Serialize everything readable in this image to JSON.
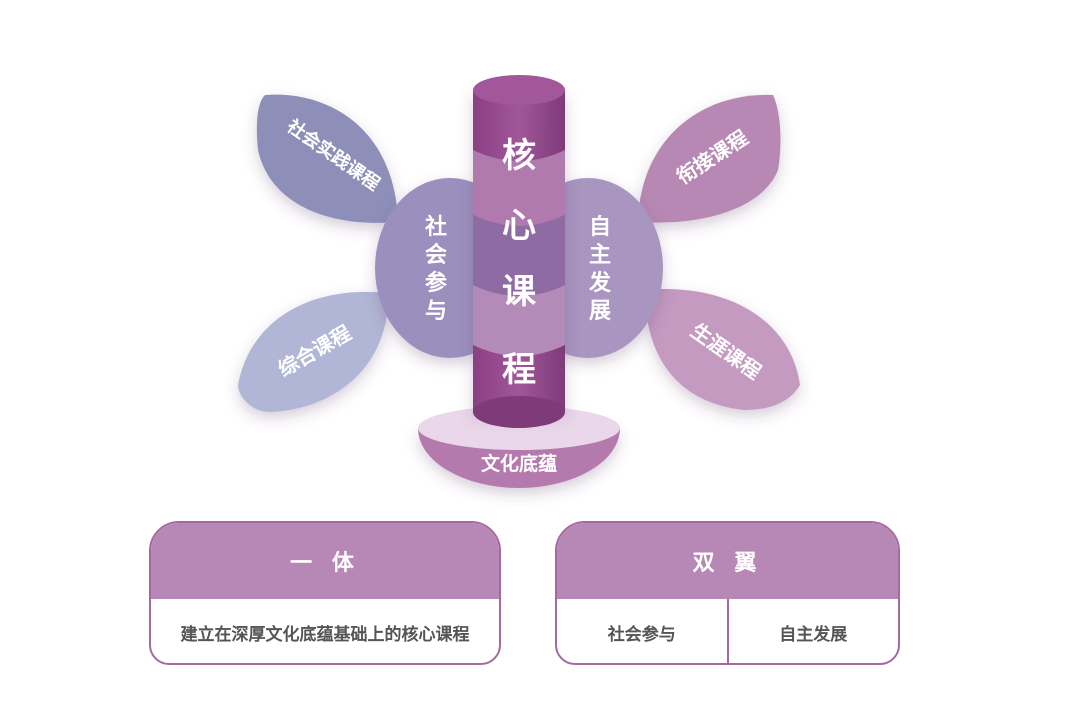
{
  "center": {
    "core_chars": [
      "核",
      "心",
      "课",
      "程"
    ],
    "base_label": "文化底蕴",
    "left_wing_chars": [
      "社",
      "会",
      "参",
      "与"
    ],
    "right_wing_chars": [
      "自",
      "主",
      "发",
      "展"
    ]
  },
  "petals": {
    "top_left": "社会实践课程",
    "bottom_left": "综合课程",
    "top_right": "衔接课程",
    "bottom_right": "生涯课程"
  },
  "panels": {
    "unity": {
      "title": "一 体",
      "body": "建立在深厚文化底蕴基础上的核心课程"
    },
    "wings": {
      "title": "双 翼",
      "left": "社会参与",
      "right": "自主发展"
    }
  },
  "colors": {
    "petal_blue_dark": "#8d8fb8",
    "petal_blue_light": "#b2b6d6",
    "petal_pink_dark": "#b788b4",
    "petal_pink_light": "#c49ac0",
    "wing_left": "#9b8fbd",
    "wing_right": "#a895c0",
    "core": "#9b4f91",
    "bowl": "#b57aad",
    "panel_header": "#b787b5",
    "panel_border": "#a7689f"
  }
}
